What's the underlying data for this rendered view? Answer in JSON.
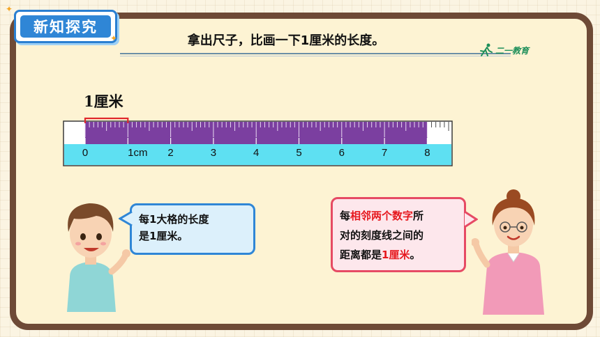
{
  "section_tag": "新知探究",
  "instruction": "拿出尺子，比画一下1厘米的长度。",
  "brand_logo_text": "二一教育",
  "unit_label": "1厘米",
  "ruler": {
    "tick_labels": [
      "0",
      "1cm",
      "2",
      "3",
      "4",
      "5",
      "6",
      "7",
      "8"
    ],
    "highlight_color": "#7b3fa0",
    "body_color": "#5ee0f2",
    "bracket_color": "#e0282c"
  },
  "boy_bubble": {
    "line1": "每1大格的长度",
    "line2": "是1厘米。"
  },
  "teacher_bubble": {
    "prefix": "每",
    "highlight1": "相邻两个数字",
    "suffix1": "所",
    "line2": "对的刻度线之间的",
    "line3_prefix": "距离都是",
    "highlight2": "1厘米",
    "line3_suffix": "。"
  },
  "colors": {
    "frame": "#6e4a36",
    "board": "#fdf3d3",
    "tag_blue": "#2f86d6",
    "bubble_left_border": "#2f86d6",
    "bubble_right_border": "#e64a64",
    "highlight_red": "#e6191f"
  }
}
